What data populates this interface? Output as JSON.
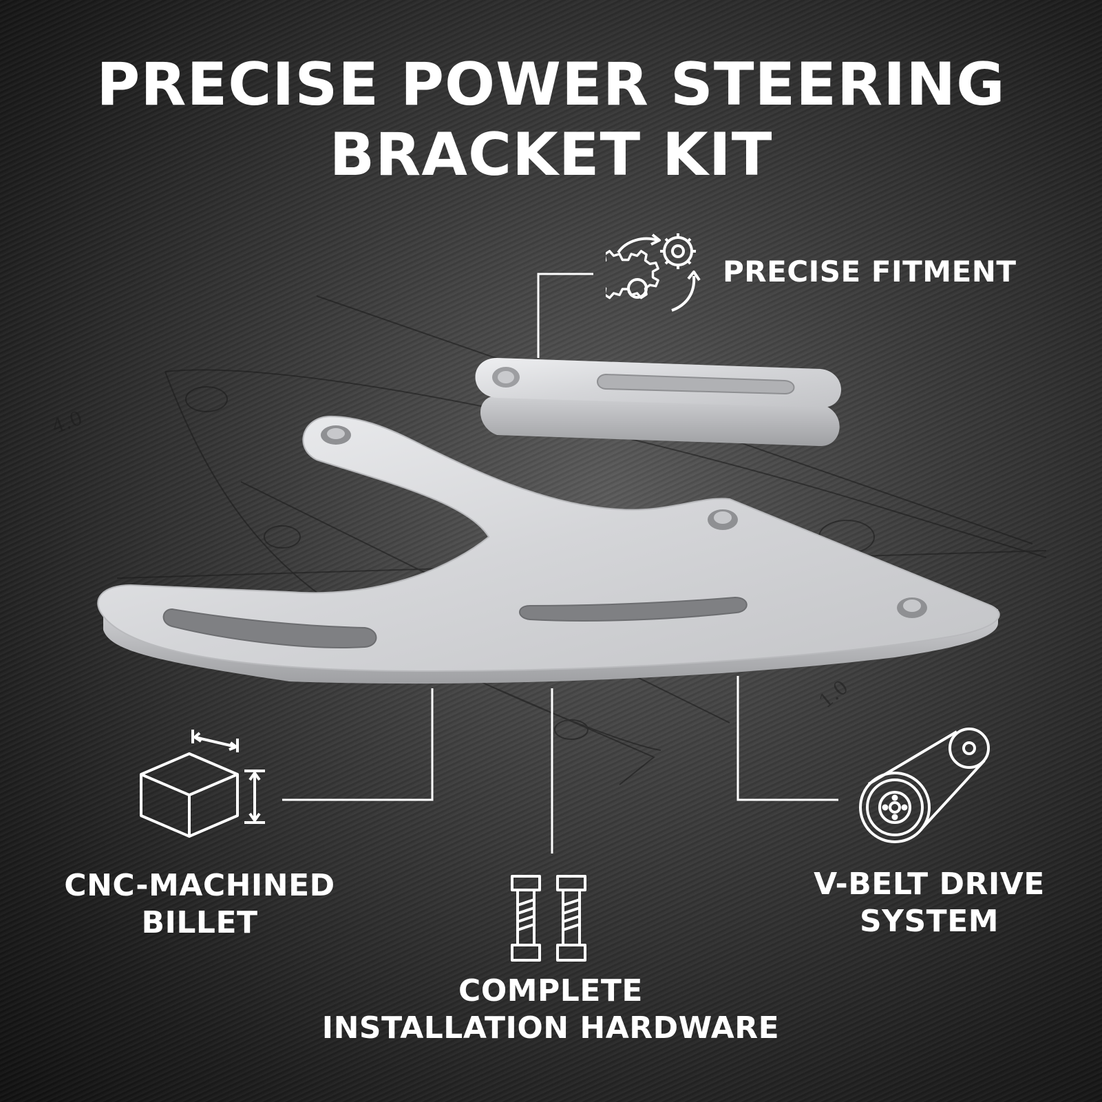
{
  "title": {
    "line1": "PRECISE POWER STEERING",
    "line2": "BRACKET KIT"
  },
  "features": {
    "fitment": {
      "label": "PRECISE FITMENT",
      "icon": "gears-rotation-icon"
    },
    "cnc": {
      "line1": "CNC-MACHINED",
      "line2": "BILLET",
      "icon": "cube-dimensions-icon"
    },
    "hardware": {
      "line1": "COMPLETE",
      "line2": "INSTALLATION HARDWARE",
      "icon": "bolts-icon"
    },
    "belt": {
      "line1": "V-BELT DRIVE",
      "line2": "SYSTEM",
      "icon": "v-belt-pulley-icon"
    }
  },
  "colors": {
    "background": "#2a2a2a",
    "text": "#ffffff",
    "metal": "#d9dadc"
  }
}
